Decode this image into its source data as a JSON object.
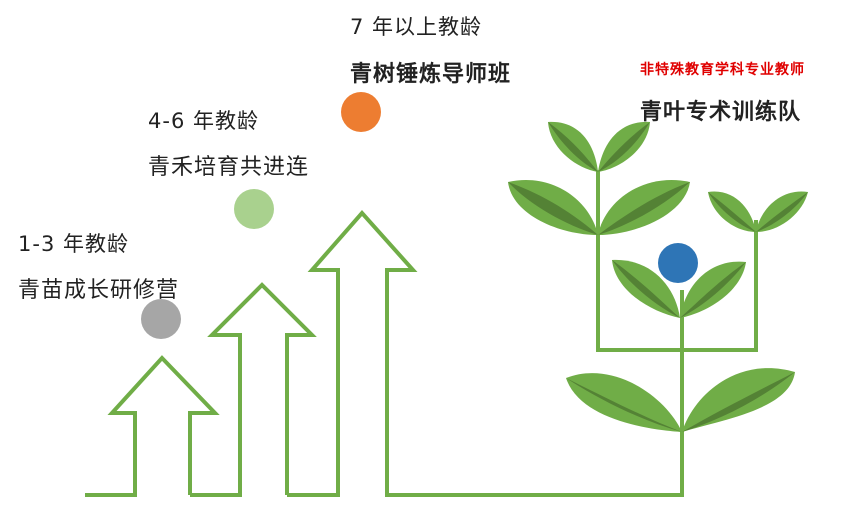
{
  "stages": [
    {
      "years": "1-3 年教龄",
      "program": "青苗成长研修营",
      "dot_color": "#a6a6a6"
    },
    {
      "years": "4-6 年教龄",
      "program": "青禾培育共进连",
      "dot_color": "#a9d18e"
    },
    {
      "years": "7 年以上教龄",
      "program": "青树锤炼导师班",
      "dot_color": "#ed7d31"
    }
  ],
  "special": {
    "note": "非特殊教育学科专业教师",
    "program": "青叶专术训练队",
    "dot_color": "#2e75b6"
  },
  "colors": {
    "arrow": "#70ad47",
    "leaf_dark": "#548235",
    "leaf_light": "#70ad47"
  }
}
